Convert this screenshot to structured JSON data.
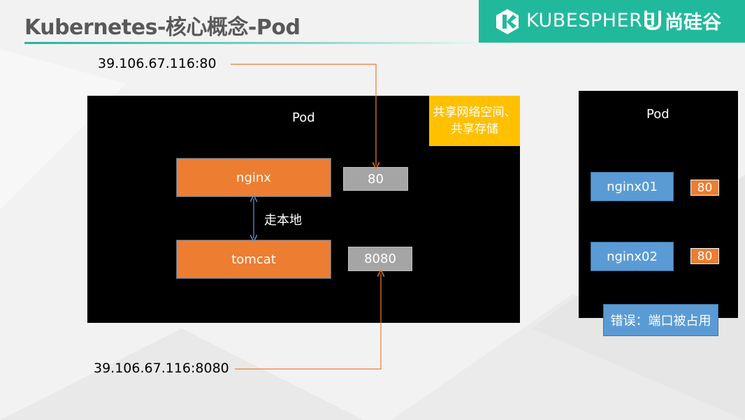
{
  "header": {
    "title": "Kubernetes-核心概念-Pod",
    "brand_kubesphere": "KUBESPHERE",
    "brand_shangguigu": "尚硅谷"
  },
  "colors": {
    "brand_green": "#21b99c",
    "orange": "#ed7d31",
    "gray": "#a5a5a5",
    "blue": "#5b9bd5",
    "yellow": "#ffc000",
    "arrow_orange": "#ed7d31",
    "arrow_blue": "#5b9bd5"
  },
  "left_pod": {
    "label": "Pod",
    "shared_note_line1": "共享网络空间、",
    "shared_note_line2": "共享存储",
    "container1": "nginx",
    "port1": "80",
    "container2": "tomcat",
    "port2": "8080",
    "local_label": "走本地",
    "ip1": "39.106.67.116:80",
    "ip2": "39.106.67.116:8080"
  },
  "right_pod": {
    "label": "Pod",
    "container1": "nginx01",
    "port1": "80",
    "container2": "nginx02",
    "port2": "80",
    "error_label": "错误：端口被占用"
  }
}
